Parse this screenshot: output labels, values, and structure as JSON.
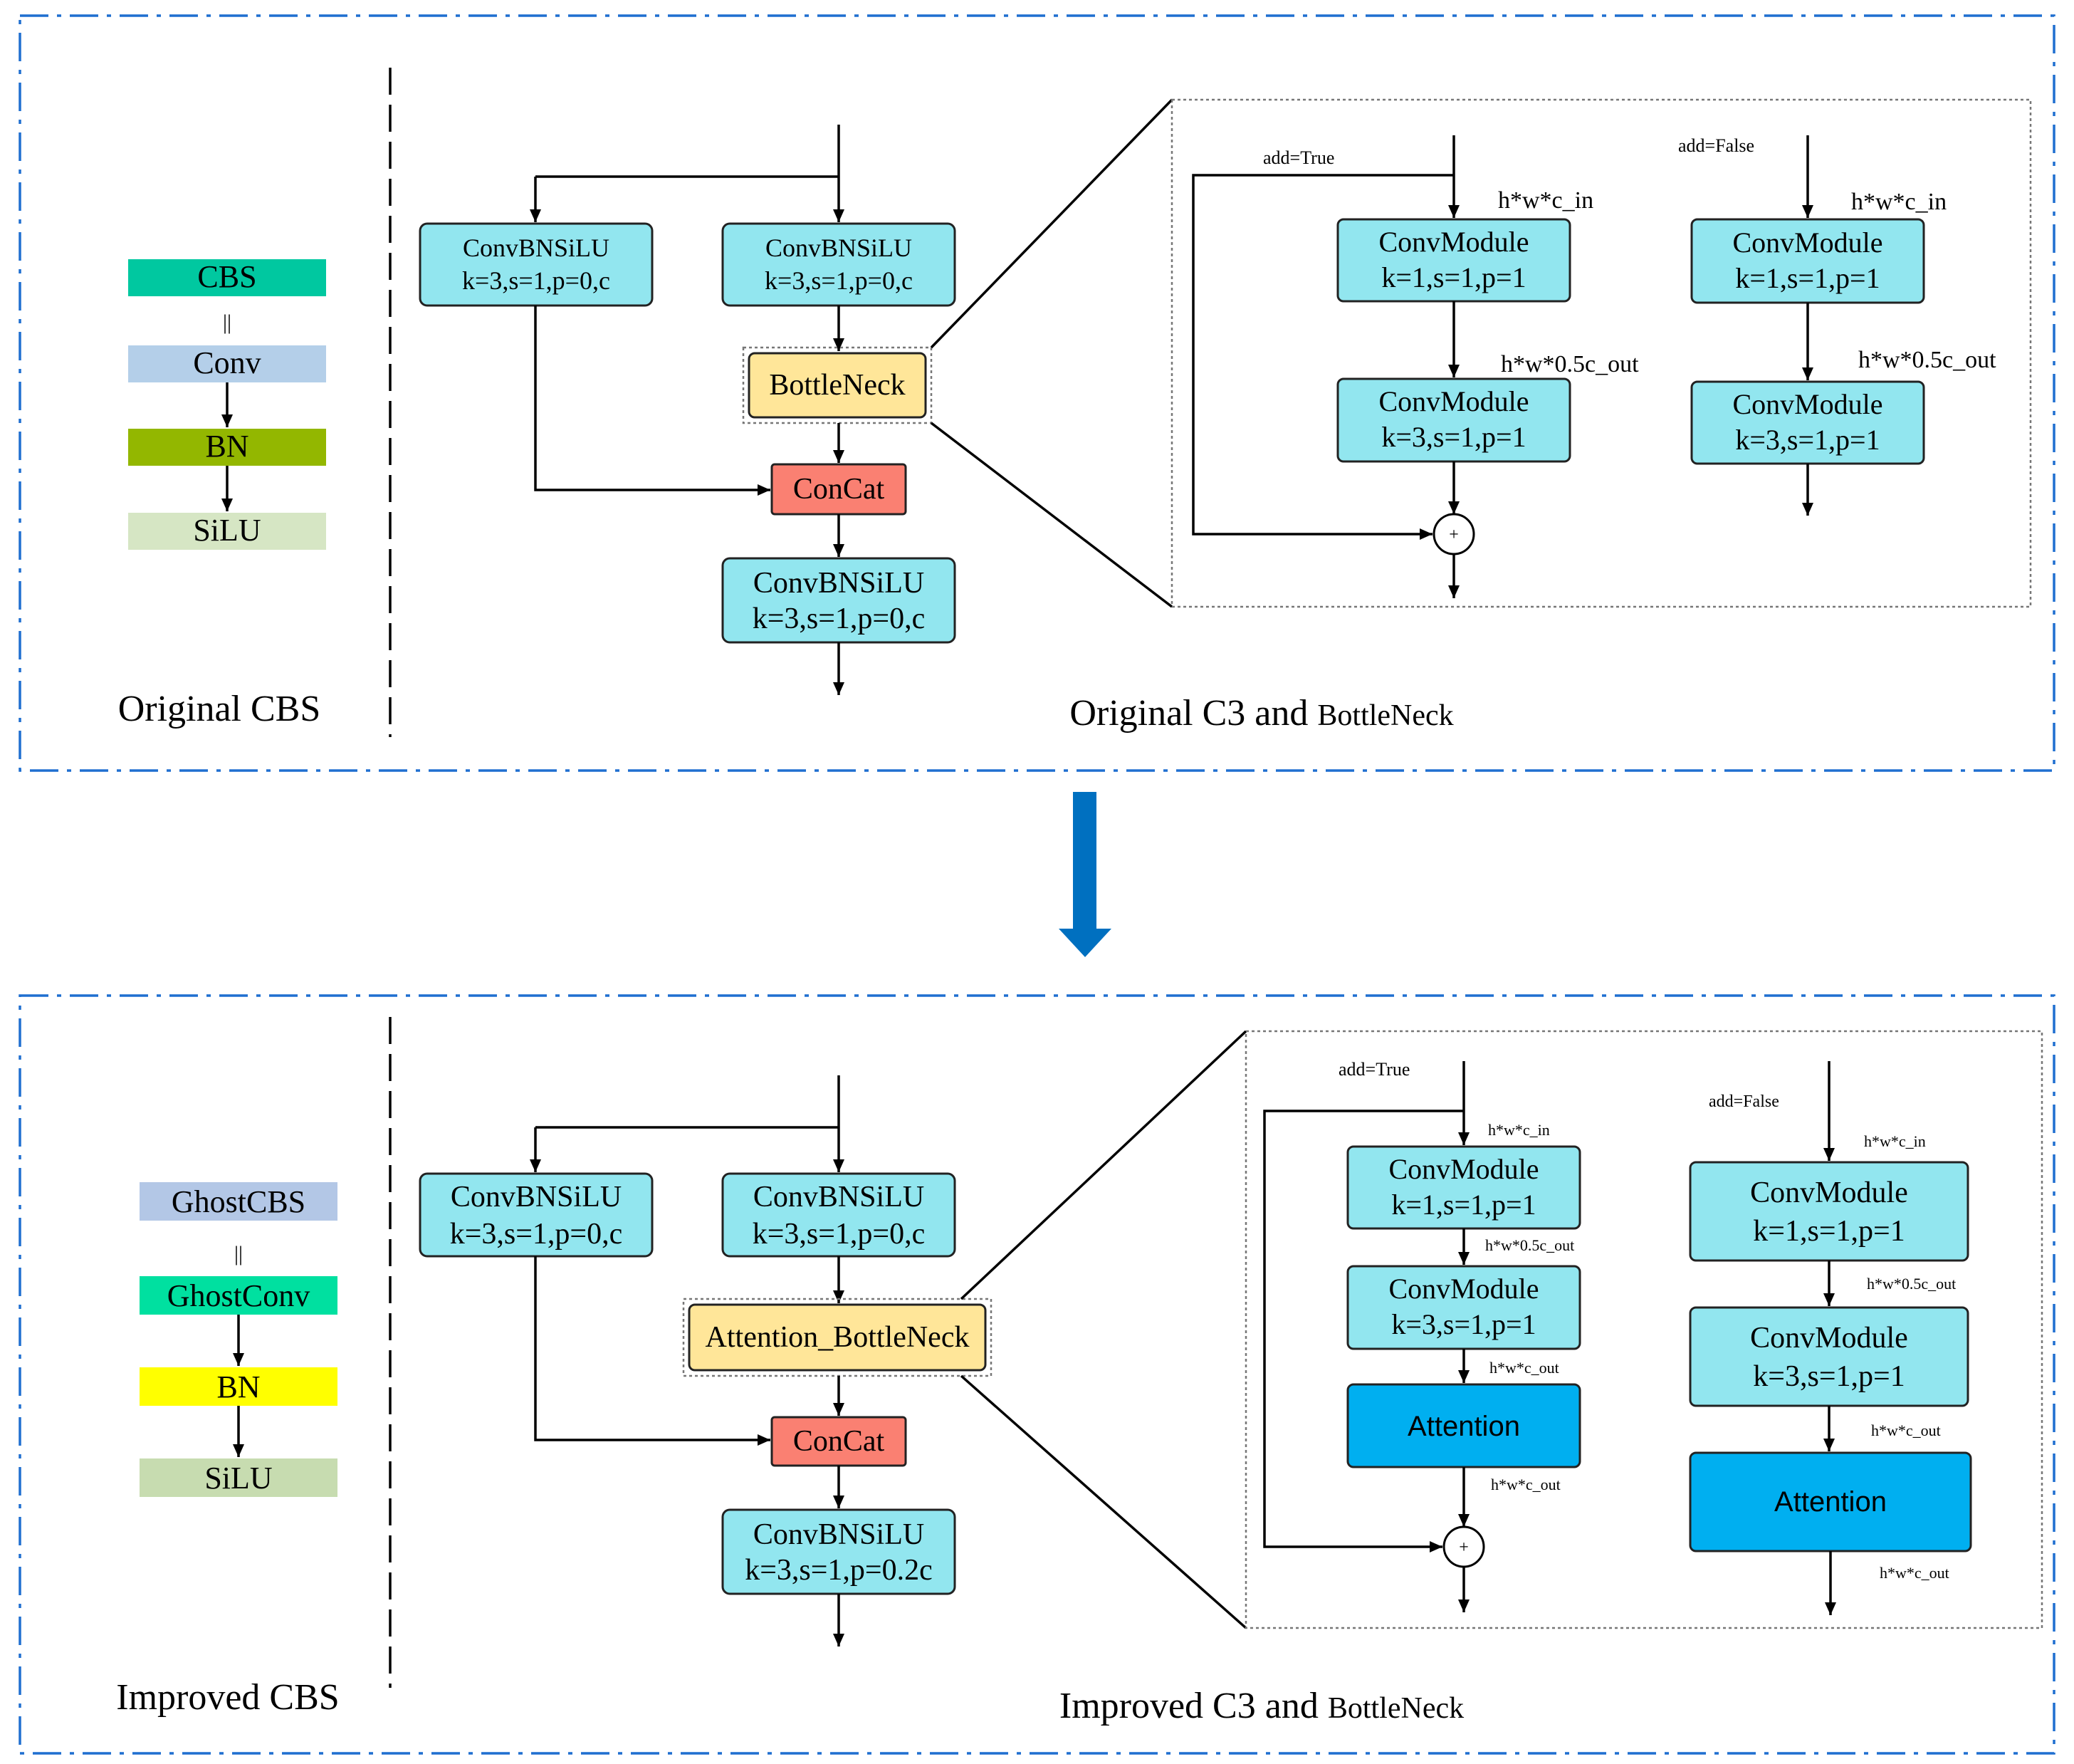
{
  "colors": {
    "frame": "#1f6fd0",
    "arrow": "#0070c0",
    "cbs": "#00c8a0",
    "conv": "#b4cfe9",
    "bn_orig": "#93b700",
    "silu_orig": "#d6e6c4",
    "ghostcbs": "#b3c7e6",
    "ghostconv": "#00e0a0",
    "bn_impr": "#ffff00",
    "silu_impr": "#c7dcb0",
    "block": "#92e6ef",
    "bottleneck": "#ffe699",
    "concat": "#fa8072",
    "attention": "#00aff0"
  },
  "top": {
    "caption_left": "Original CBS",
    "caption_right_main": "Original C3 and ",
    "caption_right_small": "BottleNeck",
    "cbs": {
      "title": "CBS",
      "equals": "||",
      "conv": "Conv",
      "bn": "BN",
      "silu": "SiLU"
    },
    "c3": {
      "conv_left": [
        "ConvBNSiLU",
        "k=3,s=1,p=0,c"
      ],
      "conv_right": [
        "ConvBNSiLU",
        "k=3,s=1,p=0,c"
      ],
      "bottleneck": "BottleNeck",
      "concat": "ConCat",
      "conv_out": [
        "ConvBNSiLU",
        "k=3,s=1,p=0,c"
      ]
    },
    "detail": {
      "add_true": "add=True",
      "add_false": "add=False",
      "a_in": "h*w*c_in",
      "a_mid": "h*w*0.5c_out",
      "b_in": "h*w*c_in",
      "b_mid": "h*w*0.5c_out",
      "m1": [
        "ConvModule",
        "k=1,s=1,p=1"
      ],
      "m2": [
        "ConvModule",
        "k=3,s=1,p=1"
      ],
      "m3": [
        "ConvModule",
        "k=1,s=1,p=1"
      ],
      "m4": [
        "ConvModule",
        "k=3,s=1,p=1"
      ],
      "plus": "+"
    }
  },
  "bottom": {
    "caption_left": "Improved CBS",
    "caption_right_main": "Improved C3 and ",
    "caption_right_small": "BottleNeck",
    "cbs": {
      "title": "GhostCBS",
      "equals": "||",
      "conv": "GhostConv",
      "bn": "BN",
      "silu": "SiLU"
    },
    "c3": {
      "conv_left": [
        "ConvBNSiLU",
        "k=3,s=1,p=0,c"
      ],
      "conv_right": [
        "ConvBNSiLU",
        "k=3,s=1,p=0,c"
      ],
      "bottleneck": "Attention_BottleNeck",
      "concat": "ConCat",
      "conv_out": [
        "ConvBNSiLU",
        "k=3,s=1,p=0.2c"
      ]
    },
    "detail": {
      "add_true": "add=True",
      "add_false": "add=False",
      "a_in": "h*w*c_in",
      "a_mid": "h*w*0.5c_out",
      "a_cout": "h*w*c_out",
      "a_out": "h*w*c_out",
      "b_in": "h*w*c_in",
      "b_mid": "h*w*0.5c_out",
      "b_cout": "h*w*c_out",
      "b_out": "h*w*c_out",
      "m1": [
        "ConvModule",
        "k=1,s=1,p=1"
      ],
      "m2": [
        "ConvModule",
        "k=3,s=1,p=1"
      ],
      "attn_a": "Attention",
      "m3": [
        "ConvModule",
        "k=1,s=1,p=1"
      ],
      "m4": [
        "ConvModule",
        "k=3,s=1,p=1"
      ],
      "attn_b": "Attention",
      "plus": "+"
    }
  }
}
